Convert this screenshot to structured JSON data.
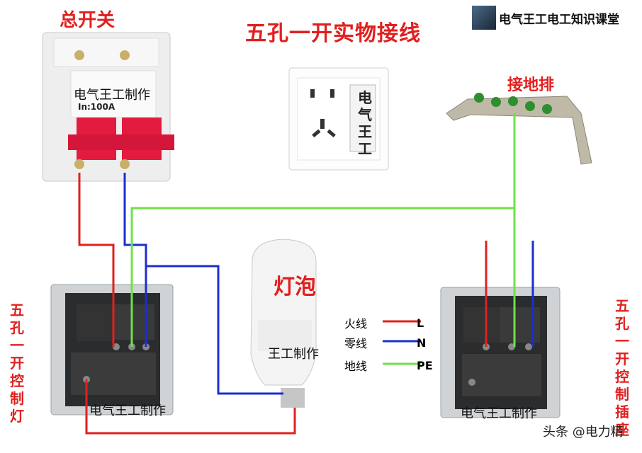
{
  "title": "五孔一开实物接线",
  "brand": {
    "text": "电气王工电工知识课堂"
  },
  "labels": {
    "main_switch": "总开关",
    "ground_bar": "接地排",
    "bulb": "灯泡",
    "left_switch": "五孔一开控制灯",
    "right_switch": "五孔一开控制插座"
  },
  "watermarks": {
    "breaker": "电气王工制作",
    "bulb": "王工制作",
    "left_switch": "电气王工制作",
    "right_switch": "电气王工制作",
    "socket": "电气王工"
  },
  "breaker_rating": "In:100A",
  "legend": [
    {
      "name": "火线",
      "code": "L",
      "color": "#e02020"
    },
    {
      "name": "零线",
      "code": "N",
      "color": "#1a2fd0"
    },
    {
      "name": "地线",
      "code": "PE",
      "color": "#6fe04a"
    }
  ],
  "footer": {
    "source": "头条 @电力精"
  }
}
